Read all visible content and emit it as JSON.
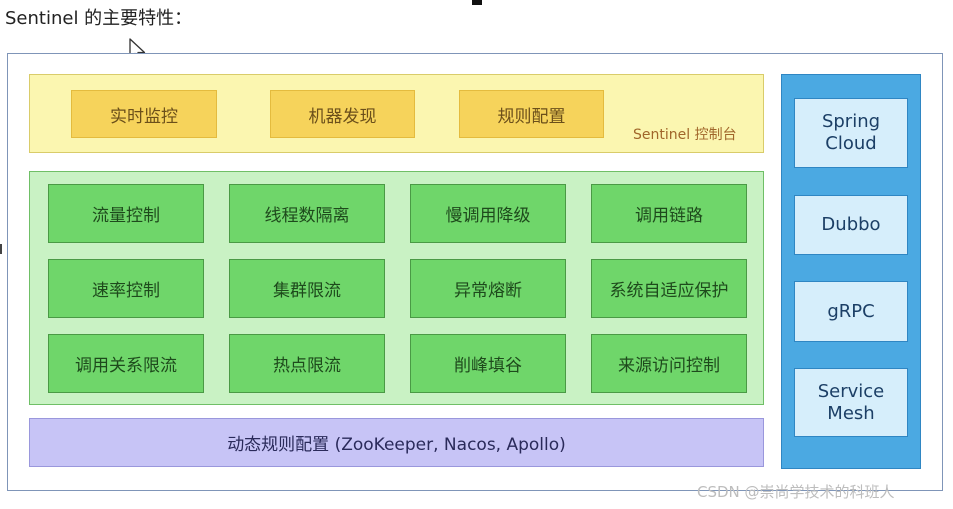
{
  "title": "Sentinel 的主要特性：",
  "console": {
    "items": [
      "实时监控",
      "机器发现",
      "规则配置"
    ],
    "label": "Sentinel 控制台"
  },
  "features": [
    [
      "流量控制",
      "线程数隔离",
      "慢调用降级",
      "调用链路"
    ],
    [
      "速率控制",
      "集群限流",
      "异常熔断",
      "系统自适应保护"
    ],
    [
      "调用关系限流",
      "热点限流",
      "削峰填谷",
      "来源访问控制"
    ]
  ],
  "dynamic_rules": "动态规则配置 (ZooKeeper, Nacos, Apollo)",
  "ecosystem": [
    "Spring\nCloud",
    "Dubbo",
    "gRPC",
    "Service\nMesh"
  ],
  "watermark": "CSDN @崇尚学技术的科班人",
  "colors": {
    "console_bg": "#fbf6b0",
    "console_item": "#f6d35b",
    "core_bg": "#c9f2c4",
    "feature": "#6fd66a",
    "dynamic_bg": "#c7c4f6",
    "ecosystem_bg": "#4ba9e2",
    "ecosystem_item": "#d6eefb"
  },
  "icons": [
    "mouse-cursor-icon"
  ]
}
